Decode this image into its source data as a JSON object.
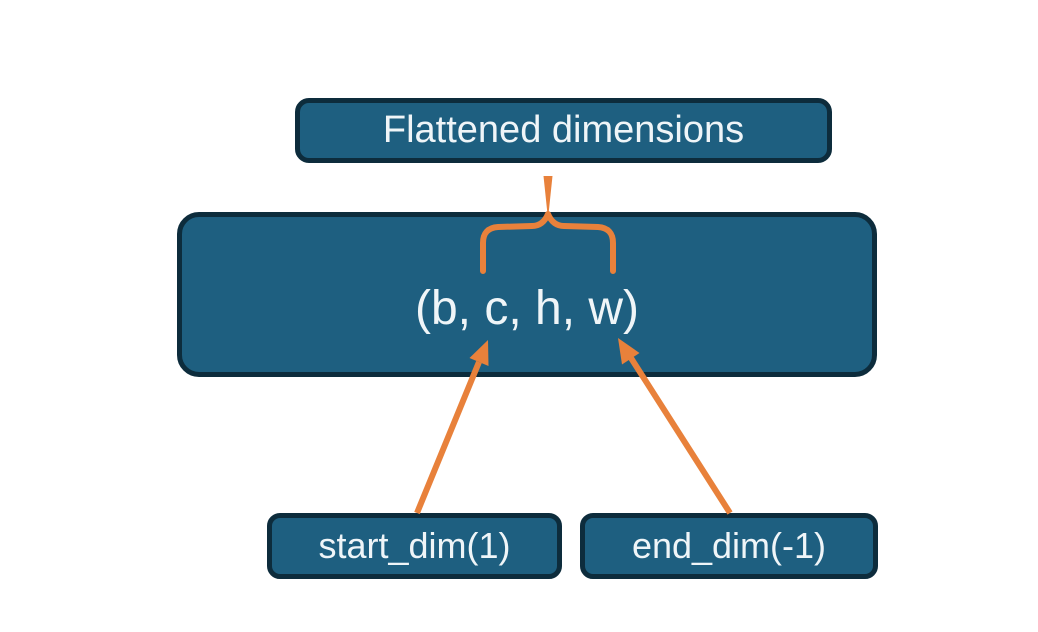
{
  "nodes": {
    "flattened": {
      "label": "Flattened dimensions"
    },
    "tensor": {
      "label": "(b, c, h, w)"
    },
    "start_dim": {
      "label": "start_dim(1)"
    },
    "end_dim": {
      "label": "end_dim(-1)"
    }
  },
  "colors": {
    "box_fill": "#1E5F80",
    "box_border": "#0D2C3C",
    "arrow": "#E8813B",
    "text": "#EFF5F8",
    "background": "#FFFFFF"
  }
}
